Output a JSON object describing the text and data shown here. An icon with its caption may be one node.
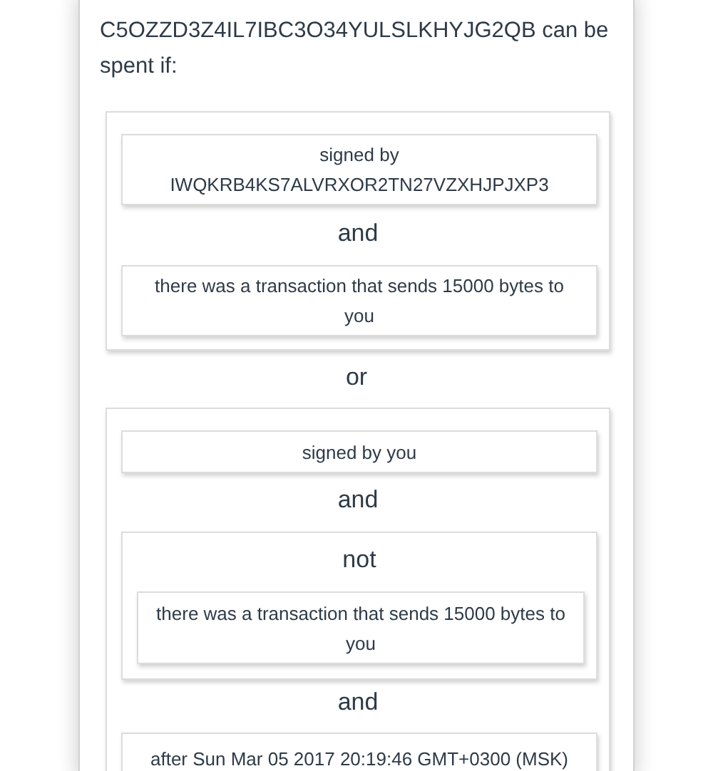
{
  "diagram": {
    "nodes": [
      {
        "text": [
          "C5OZZD3Z4IL7IBC3O34YULSLKHYJG2QB can be spent if:",
          "or"
        ]
      },
      {
        "text": [
          "and"
        ],
        "in": 0
      },
      {
        "text": [
          "signed by IWQKRB4KS7ALVRXOR2TN27VZXHJPJXP3"
        ],
        "in": 1
      },
      {
        "text": [
          "there was a transaction that sends 15000 bytes to you"
        ],
        "in": 1
      },
      {
        "text": [
          "and",
          "and"
        ],
        "in": 0
      },
      {
        "text": [
          "signed by you"
        ],
        "in": 4
      },
      {
        "text": [
          "not"
        ],
        "in": 4
      },
      {
        "text": [
          "there was a transaction that sends 15000 bytes to you"
        ],
        "in": 6
      },
      {
        "text": [
          "after Sun Mar 05 2017 20:19:46 GMT+0300 (MSK)"
        ],
        "in": 4
      }
    ]
  }
}
